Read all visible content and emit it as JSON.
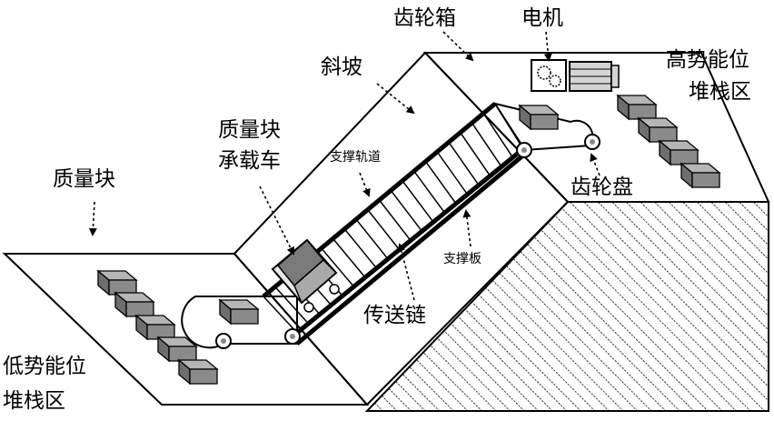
{
  "labels": {
    "gearbox": "齿轮箱",
    "motor": "电机",
    "slope": "斜坡",
    "high_stack_1": "高势能位",
    "high_stack_2": "堆栈区",
    "carrier_1": "质量块",
    "carrier_2": "承载车",
    "mass_block": "质量块",
    "support_track": "支撑轨道",
    "gear_disc": "齿轮盘",
    "support_plate": "支撑板",
    "chain": "传送链",
    "low_stack_1": "低势能位",
    "low_stack_2": "堆栈区"
  }
}
